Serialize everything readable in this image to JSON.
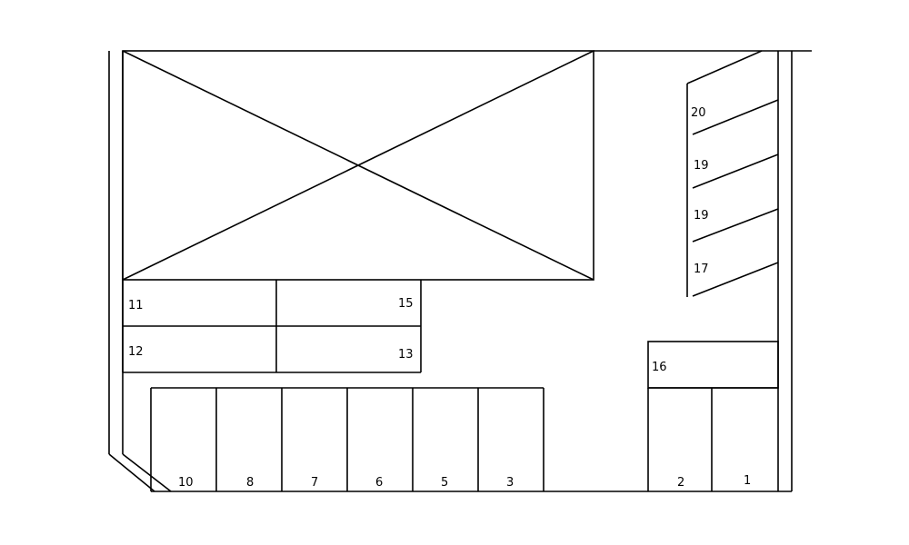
{
  "diagram": {
    "colors": {
      "line": "#000000",
      "background": "#ffffff"
    },
    "building": {
      "marker": "crossed-rectangle"
    },
    "spaces": [
      {
        "id": "space-11",
        "label": "11"
      },
      {
        "id": "space-12",
        "label": "12"
      },
      {
        "id": "space-15",
        "label": "15"
      },
      {
        "id": "space-13",
        "label": "13"
      },
      {
        "id": "space-16",
        "label": "16"
      },
      {
        "id": "space-20",
        "label": "20"
      },
      {
        "id": "space-19a",
        "label": "19"
      },
      {
        "id": "space-19b",
        "label": "19"
      },
      {
        "id": "space-17",
        "label": "17"
      },
      {
        "id": "space-10",
        "label": "10"
      },
      {
        "id": "space-8",
        "label": "8"
      },
      {
        "id": "space-7",
        "label": "7"
      },
      {
        "id": "space-6",
        "label": "6"
      },
      {
        "id": "space-5",
        "label": "5"
      },
      {
        "id": "space-3",
        "label": "3"
      },
      {
        "id": "space-2",
        "label": "2"
      },
      {
        "id": "space-1",
        "label": "1"
      }
    ]
  }
}
